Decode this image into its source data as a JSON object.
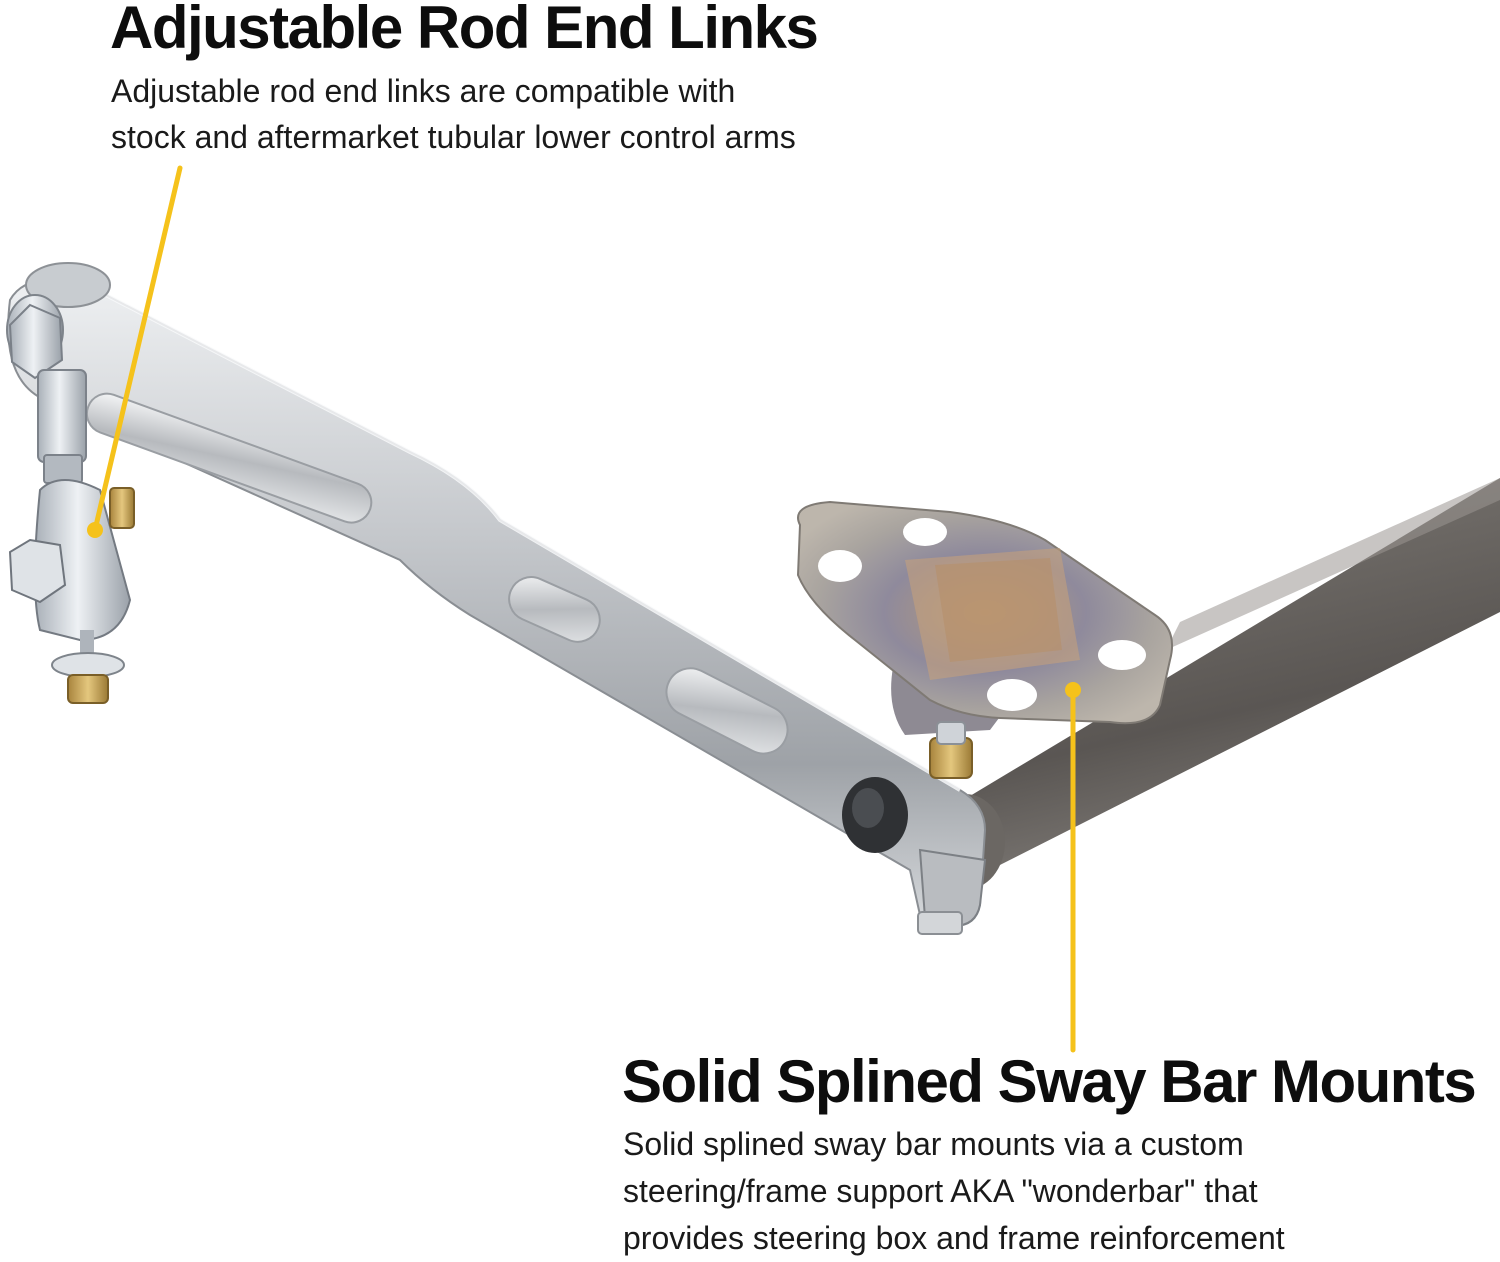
{
  "callouts": [
    {
      "title": "Adjustable Rod End Links",
      "lines": [
        "Adjustable rod end links are compatible with",
        "stock and aftermarket tubular lower control arms"
      ]
    },
    {
      "title": "Solid Splined Sway Bar Mounts",
      "lines": [
        "Solid splined sway bar mounts via a custom",
        "steering/frame support AKA \"wonderbar\" that",
        "provides steering box and frame reinforcement"
      ]
    }
  ],
  "colors": {
    "accent": "#f5c21b",
    "heading": "#0d0d0d",
    "body_text": "#1a1a1a",
    "background": "#ffffff",
    "polished_steel": "#c9cccf",
    "raw_steel_tube": "#6a6662",
    "zinc_hardware": "#d9dde2",
    "brass_nut": "#c7a35a"
  },
  "image": {
    "subject": "front sway bar with polished arm, adjustable rod end link and welded mount bracket"
  }
}
